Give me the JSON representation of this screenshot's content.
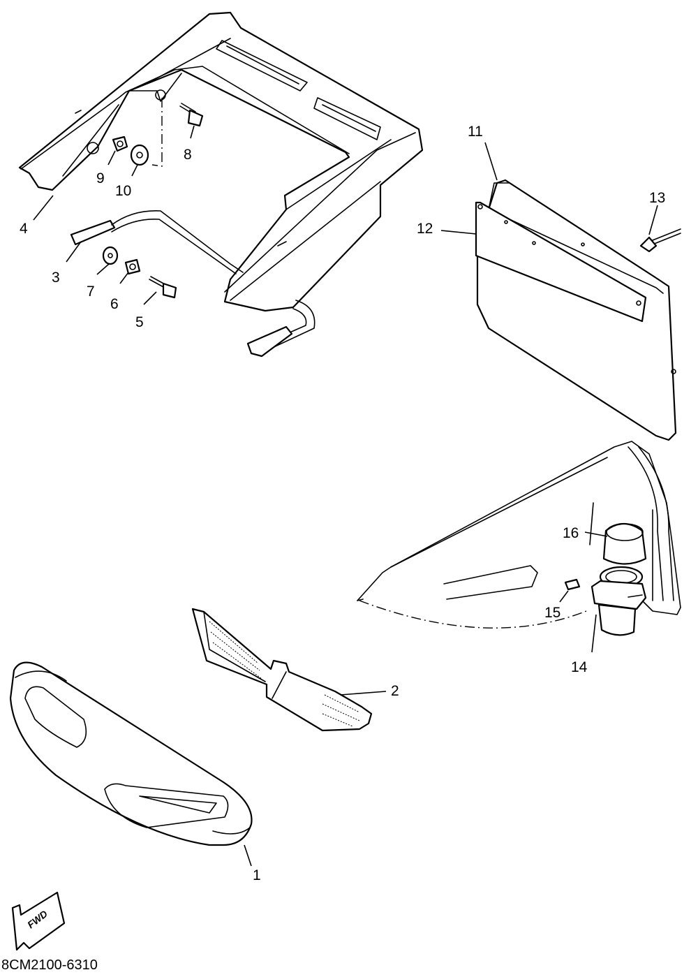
{
  "diagram": {
    "callouts": [
      {
        "id": "1",
        "label": "1"
      },
      {
        "id": "2",
        "label": "2"
      },
      {
        "id": "3",
        "label": "3"
      },
      {
        "id": "4",
        "label": "4"
      },
      {
        "id": "5",
        "label": "5"
      },
      {
        "id": "6",
        "label": "6"
      },
      {
        "id": "7",
        "label": "7"
      },
      {
        "id": "8",
        "label": "8"
      },
      {
        "id": "9",
        "label": "9"
      },
      {
        "id": "10",
        "label": "10"
      },
      {
        "id": "11",
        "label": "11"
      },
      {
        "id": "12",
        "label": "12"
      },
      {
        "id": "13",
        "label": "13"
      },
      {
        "id": "14",
        "label": "14"
      },
      {
        "id": "15",
        "label": "15"
      },
      {
        "id": "16",
        "label": "16"
      }
    ],
    "fwd_label": "FWD",
    "diagram_code": "8CM2100-6310"
  }
}
